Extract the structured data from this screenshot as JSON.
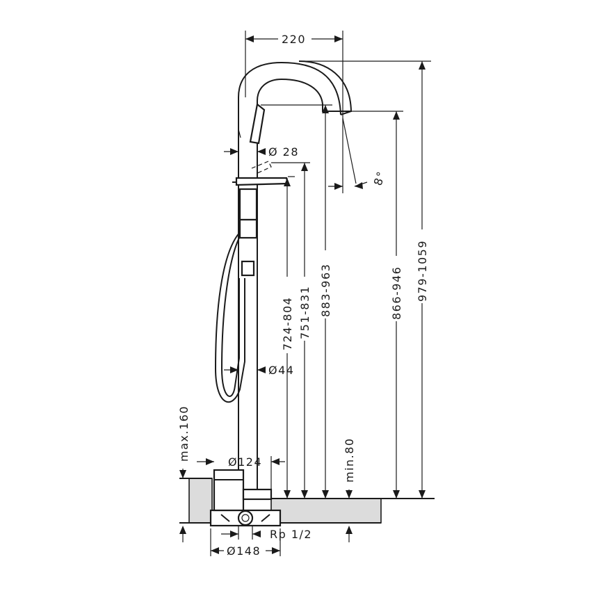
{
  "dimensions": {
    "spout_reach": "220",
    "pipe_diameter": "Ø 28",
    "spout_angle": "8°",
    "handle_height": "724-804",
    "lever_height": "751-831",
    "spout_outlet_height": "883-963",
    "spout_height": "866-946",
    "total_height": "979-1059",
    "body_diameter": "Ø44",
    "max_floor_depth": "max.160",
    "min_clearance": "min.80",
    "base_diameter": "Ø124",
    "connection_thread": "Rp 1/2",
    "mount_diameter": "Ø148"
  }
}
